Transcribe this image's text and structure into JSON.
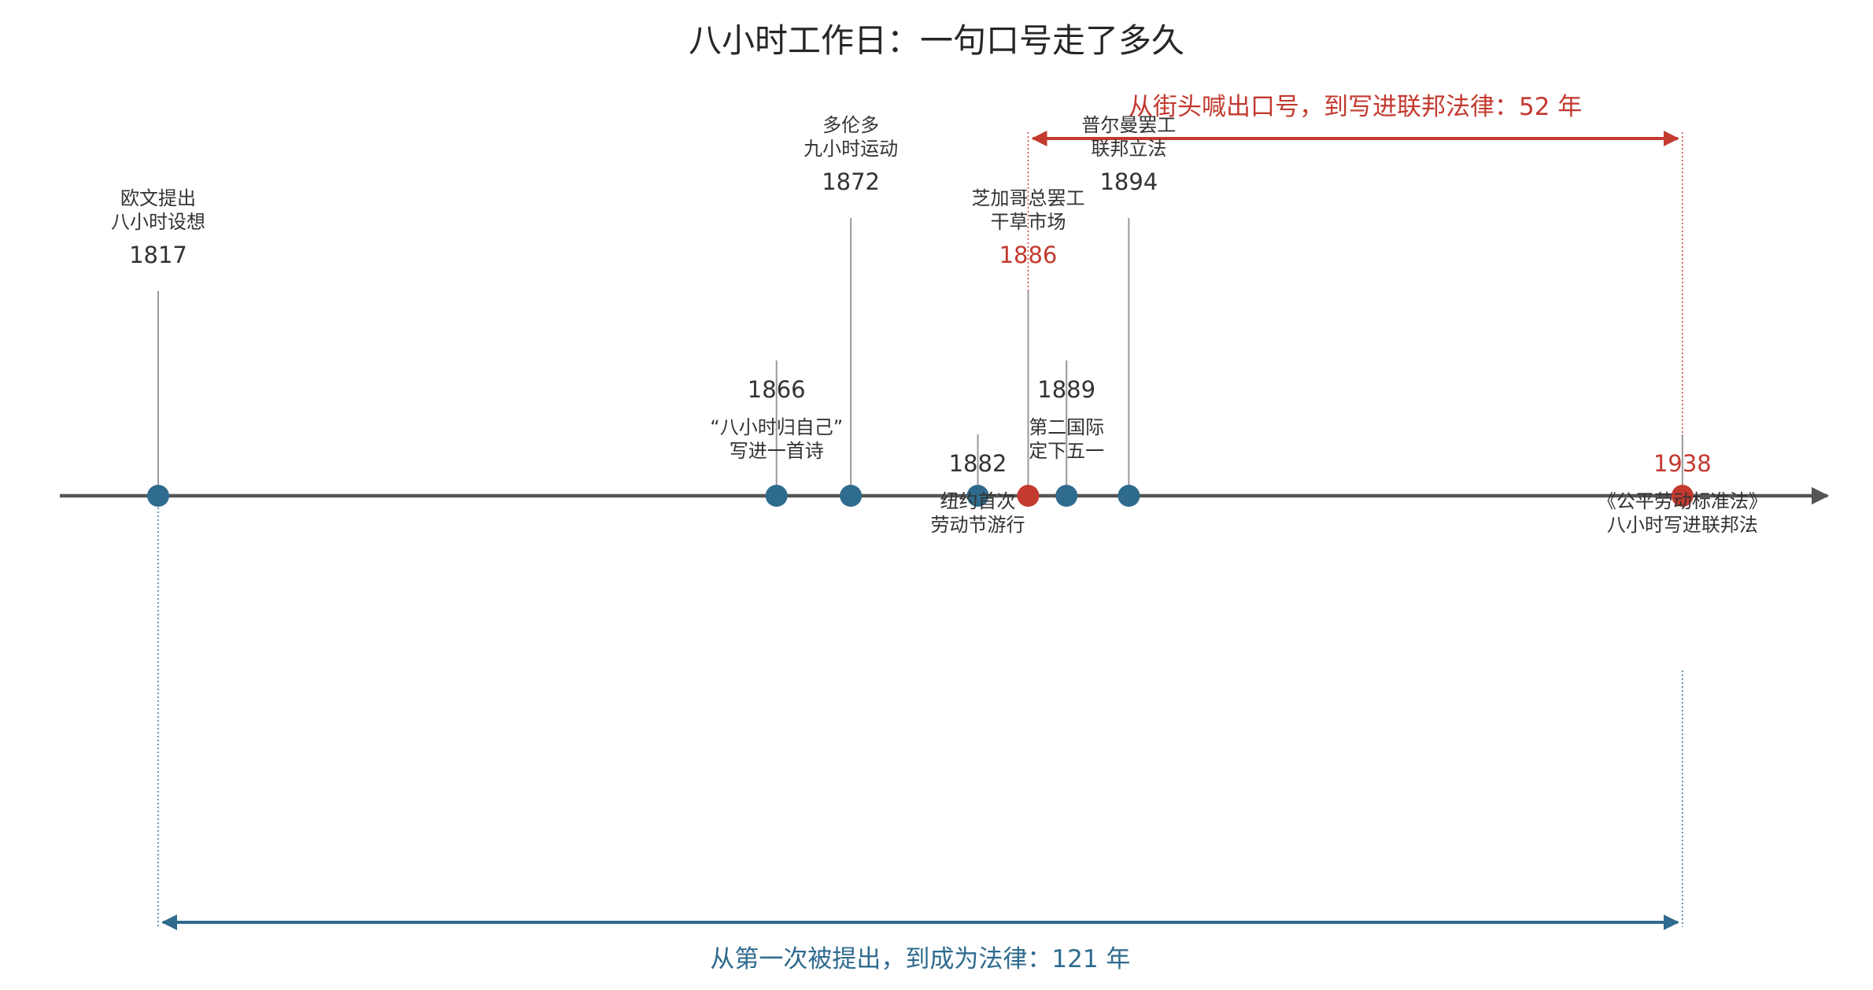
{
  "title": "八小时工作日：一句口号走了多久",
  "colors": {
    "axis": "#555555",
    "event_blue": "#2f6b8e",
    "event_red": "#c33a2f",
    "stem": "#9a9a9a",
    "span_blue": "#2f6b8e",
    "span_red": "#c33a2f"
  },
  "span_top": {
    "label": "从街头喊出口号，到写进联邦法律：52 年",
    "from": 1886,
    "to": 1938
  },
  "span_bottom": {
    "label": "从第一次被提出，到成为法律：121 年",
    "from": 1817,
    "to": 1938
  },
  "events": [
    {
      "year": "1817",
      "lines": [
        "欧文提出",
        "八小时设想"
      ],
      "side": "above",
      "stem": "short",
      "highlight": false
    },
    {
      "year": "1866",
      "lines": [
        "“八小时归自己”",
        "写进一首诗"
      ],
      "side": "below",
      "stem": "short",
      "highlight": false
    },
    {
      "year": "1872",
      "lines": [
        "多伦多",
        "九小时运动"
      ],
      "side": "above",
      "stem": "long",
      "highlight": false
    },
    {
      "year": "1882",
      "lines": [
        "纽约首次",
        "劳动节游行"
      ],
      "side": "below",
      "stem": "long",
      "highlight": false
    },
    {
      "year": "1886",
      "lines": [
        "芝加哥总罢工",
        "干草市场"
      ],
      "side": "above",
      "stem": "short",
      "highlight": true
    },
    {
      "year": "1889",
      "lines": [
        "第二国际",
        "定下五一"
      ],
      "side": "below",
      "stem": "short",
      "highlight": false
    },
    {
      "year": "1894",
      "lines": [
        "普尔曼罢工",
        "联邦立法"
      ],
      "side": "above",
      "stem": "long",
      "highlight": false
    },
    {
      "year": "1938",
      "lines": [
        "《公平劳动标准法》",
        "八小时写进联邦法"
      ],
      "side": "below",
      "stem": "long",
      "highlight": true
    }
  ]
}
